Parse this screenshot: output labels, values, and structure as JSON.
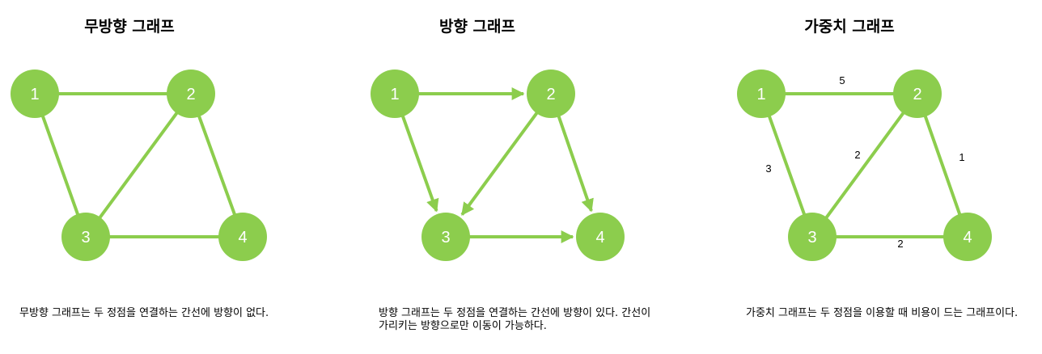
{
  "colors": {
    "node": "#8ccd4d",
    "edge": "#8ccd4d",
    "node_text": "#ffffff"
  },
  "panels": [
    {
      "title": "무방향 그래프",
      "description": "무방향 그래프는 두 정점을 연결하는 간선에 방향이 없다.",
      "nodes": [
        "1",
        "2",
        "3",
        "4"
      ],
      "edges": [
        {
          "from": "1",
          "to": "2",
          "directed": false
        },
        {
          "from": "1",
          "to": "3",
          "directed": false
        },
        {
          "from": "2",
          "to": "3",
          "directed": false
        },
        {
          "from": "2",
          "to": "4",
          "directed": false
        },
        {
          "from": "3",
          "to": "4",
          "directed": false
        }
      ]
    },
    {
      "title": "방향 그래프",
      "description": "방향 그래프는 두 정점을 연결하는 간선에 방향이 있다. 간선이 가리키는 방향으로만 이동이 가능하다.",
      "nodes": [
        "1",
        "2",
        "3",
        "4"
      ],
      "edges": [
        {
          "from": "1",
          "to": "2",
          "directed": true
        },
        {
          "from": "1",
          "to": "3",
          "directed": true
        },
        {
          "from": "2",
          "to": "3",
          "directed": true
        },
        {
          "from": "2",
          "to": "4",
          "directed": true
        },
        {
          "from": "3",
          "to": "4",
          "directed": true
        }
      ]
    },
    {
      "title": "가중치 그래프",
      "description": "가중치 그래프는 두 정점을 이용할 때 비용이 드는 그래프이다.",
      "nodes": [
        "1",
        "2",
        "3",
        "4"
      ],
      "edges": [
        {
          "from": "1",
          "to": "2",
          "directed": false,
          "weight": "5"
        },
        {
          "from": "1",
          "to": "3",
          "directed": false,
          "weight": "3"
        },
        {
          "from": "2",
          "to": "3",
          "directed": false,
          "weight": "2"
        },
        {
          "from": "2",
          "to": "4",
          "directed": false,
          "weight": "1"
        },
        {
          "from": "3",
          "to": "4",
          "directed": false,
          "weight": "2"
        }
      ]
    }
  ]
}
